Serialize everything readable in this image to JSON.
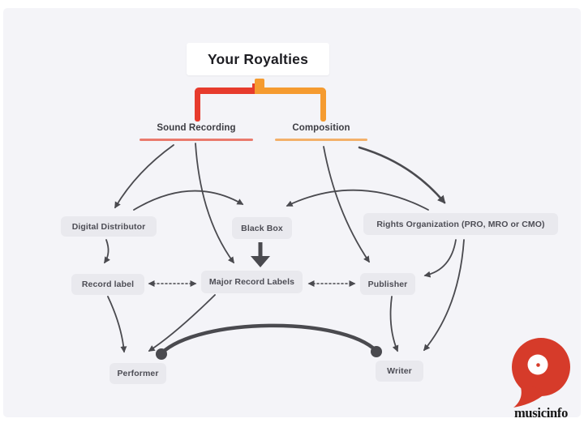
{
  "page": {
    "background": "#ffffff",
    "canvas_background": "#f4f4f8"
  },
  "title": "Your Royalties",
  "branches": {
    "sound_recording": {
      "label": "Sound Recording",
      "color": "#e73b2d",
      "underline_color": "#ea7a6d"
    },
    "composition": {
      "label": "Composition",
      "color": "#f59b30",
      "underline_color": "#f3b06a"
    }
  },
  "nodes": {
    "digital_distributor": "Digital Distributor",
    "black_box": "Black Box",
    "rights_organization": "Rights Organization (PRO, MRO or CMO)",
    "record_label": "Record label",
    "major_record_labels": "Major Record Labels",
    "publisher": "Publisher",
    "performer": "Performer",
    "writer": "Writer"
  },
  "edges": [
    {
      "from": "Sound Recording",
      "to": "Digital Distributor",
      "style": "arrow"
    },
    {
      "from": "Sound Recording",
      "to": "Major Record Labels",
      "style": "arrow"
    },
    {
      "from": "Digital Distributor",
      "to": "Black Box",
      "style": "arrow"
    },
    {
      "from": "Digital Distributor",
      "to": "Record label",
      "style": "arrow"
    },
    {
      "from": "Composition",
      "to": "Rights Organization (PRO, MRO or CMO)",
      "style": "bold-arrow"
    },
    {
      "from": "Composition",
      "to": "Publisher",
      "style": "arrow"
    },
    {
      "from": "Rights Organization (PRO, MRO or CMO)",
      "to": "Black Box",
      "style": "arrow"
    },
    {
      "from": "Rights Organization (PRO, MRO or CMO)",
      "to": "Publisher",
      "style": "arrow"
    },
    {
      "from": "Rights Organization (PRO, MRO or CMO)",
      "to": "Writer",
      "style": "arrow"
    },
    {
      "from": "Black Box",
      "to": "Major Record Labels",
      "style": "thick-arrow"
    },
    {
      "from": "Record label",
      "to": "Major Record Labels",
      "style": "dotted-double-arrow"
    },
    {
      "from": "Major Record Labels",
      "to": "Publisher",
      "style": "dotted-double-arrow"
    },
    {
      "from": "Record label",
      "to": "Performer",
      "style": "arrow"
    },
    {
      "from": "Major Record Labels",
      "to": "Performer",
      "style": "arrow"
    },
    {
      "from": "Publisher",
      "to": "Writer",
      "style": "arrow"
    },
    {
      "from": "Performer",
      "to": "Writer",
      "style": "thick-line-dot-ends"
    }
  ],
  "edge_color": "#4a4a4f",
  "logo": {
    "wordmark": "musicinfo",
    "color": "#d63b2a"
  }
}
